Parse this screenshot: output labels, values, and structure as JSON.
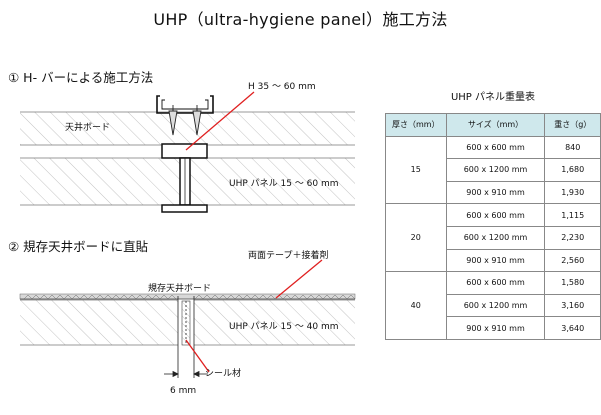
{
  "title": "UHP（ultra-hygiene panel）施工方法",
  "section1": {
    "heading": "① H- バーによる施工方法",
    "hbar_size": "H 35 ～ 60 mm",
    "ceiling_board": "天井ボード",
    "panel": "UHP パネル 15 ～ 60 mm"
  },
  "section2": {
    "heading": "② 規存天井ボードに直貼",
    "tape_glue": "両面テープ＋接着剤",
    "existing_board": "規存天井ボード",
    "panel": "UHP パネル 15 ～ 40 mm",
    "sealant": "シール材",
    "gap": "6 mm"
  },
  "table": {
    "caption": "UHP パネル重量表",
    "headers": [
      "厚さ（mm）",
      "サイズ（mm）",
      "重さ（g）"
    ],
    "groups": [
      {
        "thickness": "15",
        "rows": [
          {
            "size": "600 x 600 mm",
            "weight": "840"
          },
          {
            "size": "600 x 1200 mm",
            "weight": "1,680"
          },
          {
            "size": "900 x 910 mm",
            "weight": "1,930"
          }
        ]
      },
      {
        "thickness": "20",
        "rows": [
          {
            "size": "600 x 600 mm",
            "weight": "1,115"
          },
          {
            "size": "600 x 1200 mm",
            "weight": "2,230"
          },
          {
            "size": "900 x 910 mm",
            "weight": "2,560"
          }
        ]
      },
      {
        "thickness": "40",
        "rows": [
          {
            "size": "600 x 600 mm",
            "weight": "1,580"
          },
          {
            "size": "600 x 1200 mm",
            "weight": "3,160"
          },
          {
            "size": "900 x 910 mm",
            "weight": "3,640"
          }
        ]
      }
    ]
  },
  "colors": {
    "accent_line": "#e02020",
    "header_fill": "#cfe8ec",
    "hatch": "#8a8a8a"
  }
}
